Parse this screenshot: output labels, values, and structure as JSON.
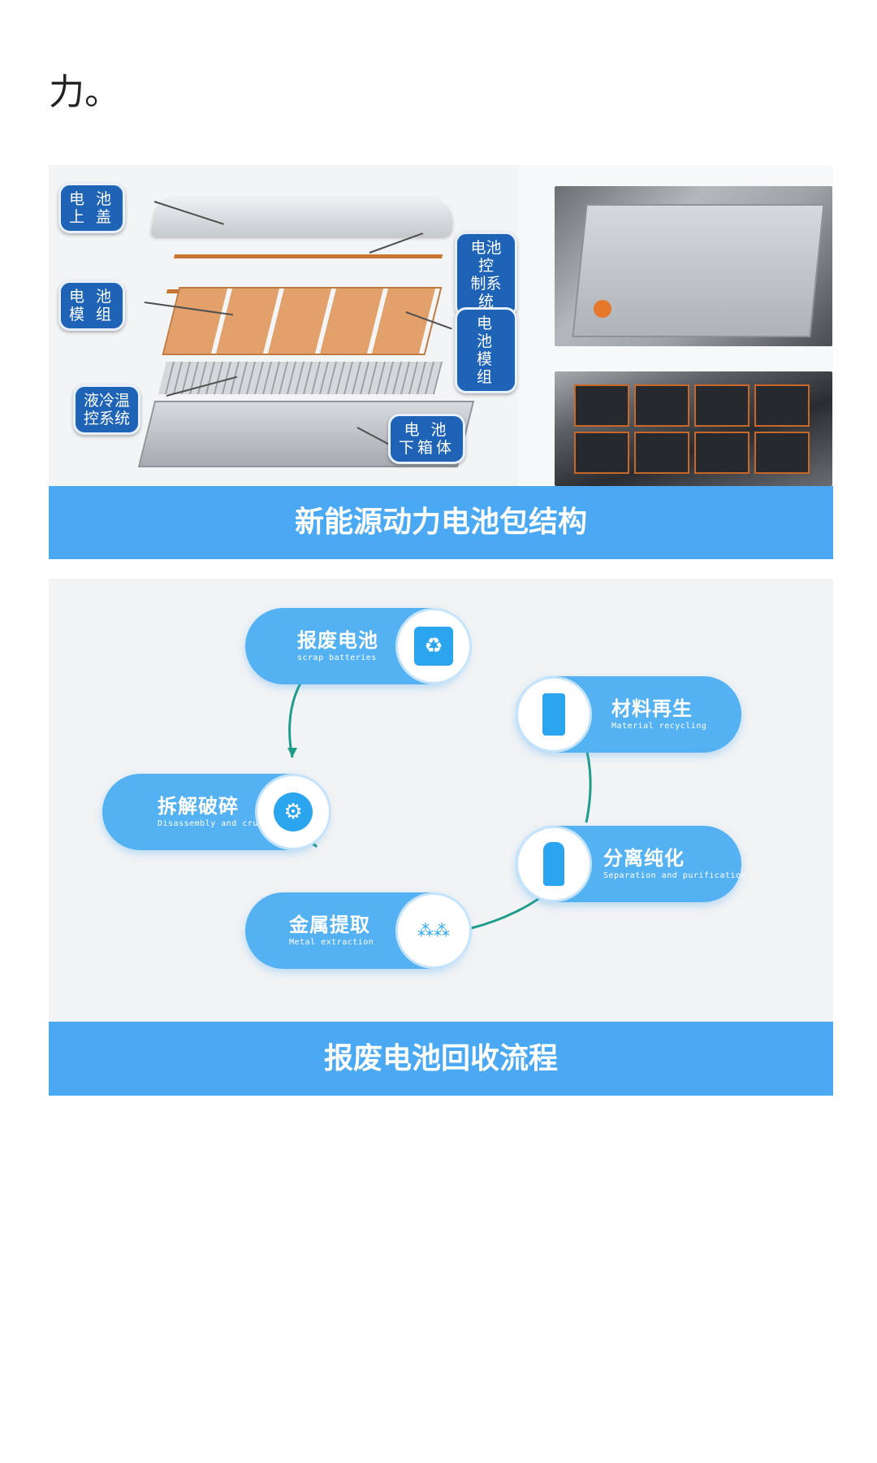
{
  "article": {
    "tail_text": "力。"
  },
  "figure1": {
    "labels": {
      "lid": [
        "电 池",
        "上 盖"
      ],
      "control": [
        "电池控",
        "制系统"
      ],
      "module_left": [
        "电 池",
        "模 组"
      ],
      "module_right": [
        "电 池",
        "模 组"
      ],
      "cooling": [
        "液冷温",
        "控系统"
      ],
      "lower_box": [
        "电 池",
        "下箱体"
      ]
    },
    "caption": "新能源动力电池包结构"
  },
  "figure2": {
    "steps": [
      {
        "title": "报废电池",
        "subtitle": "scrap batteries",
        "icon": "battery-recycle-icon"
      },
      {
        "title": "材料再生",
        "subtitle": "Material recycling",
        "icon": "cylinder-cell-icon"
      },
      {
        "title": "分离纯化",
        "subtitle": "Separation and purification",
        "icon": "bottle-icon"
      },
      {
        "title": "金属提取",
        "subtitle": "Metal extraction",
        "icon": "metal-particles-icon"
      },
      {
        "title": "拆解破碎",
        "subtitle": "Disassembly and crush",
        "icon": "crusher-icon"
      }
    ],
    "caption": "报废电池回收流程",
    "colors": {
      "accent": "#4aa9f2",
      "pill": "#55b2f2",
      "arrow": "#1f9c8a"
    }
  }
}
